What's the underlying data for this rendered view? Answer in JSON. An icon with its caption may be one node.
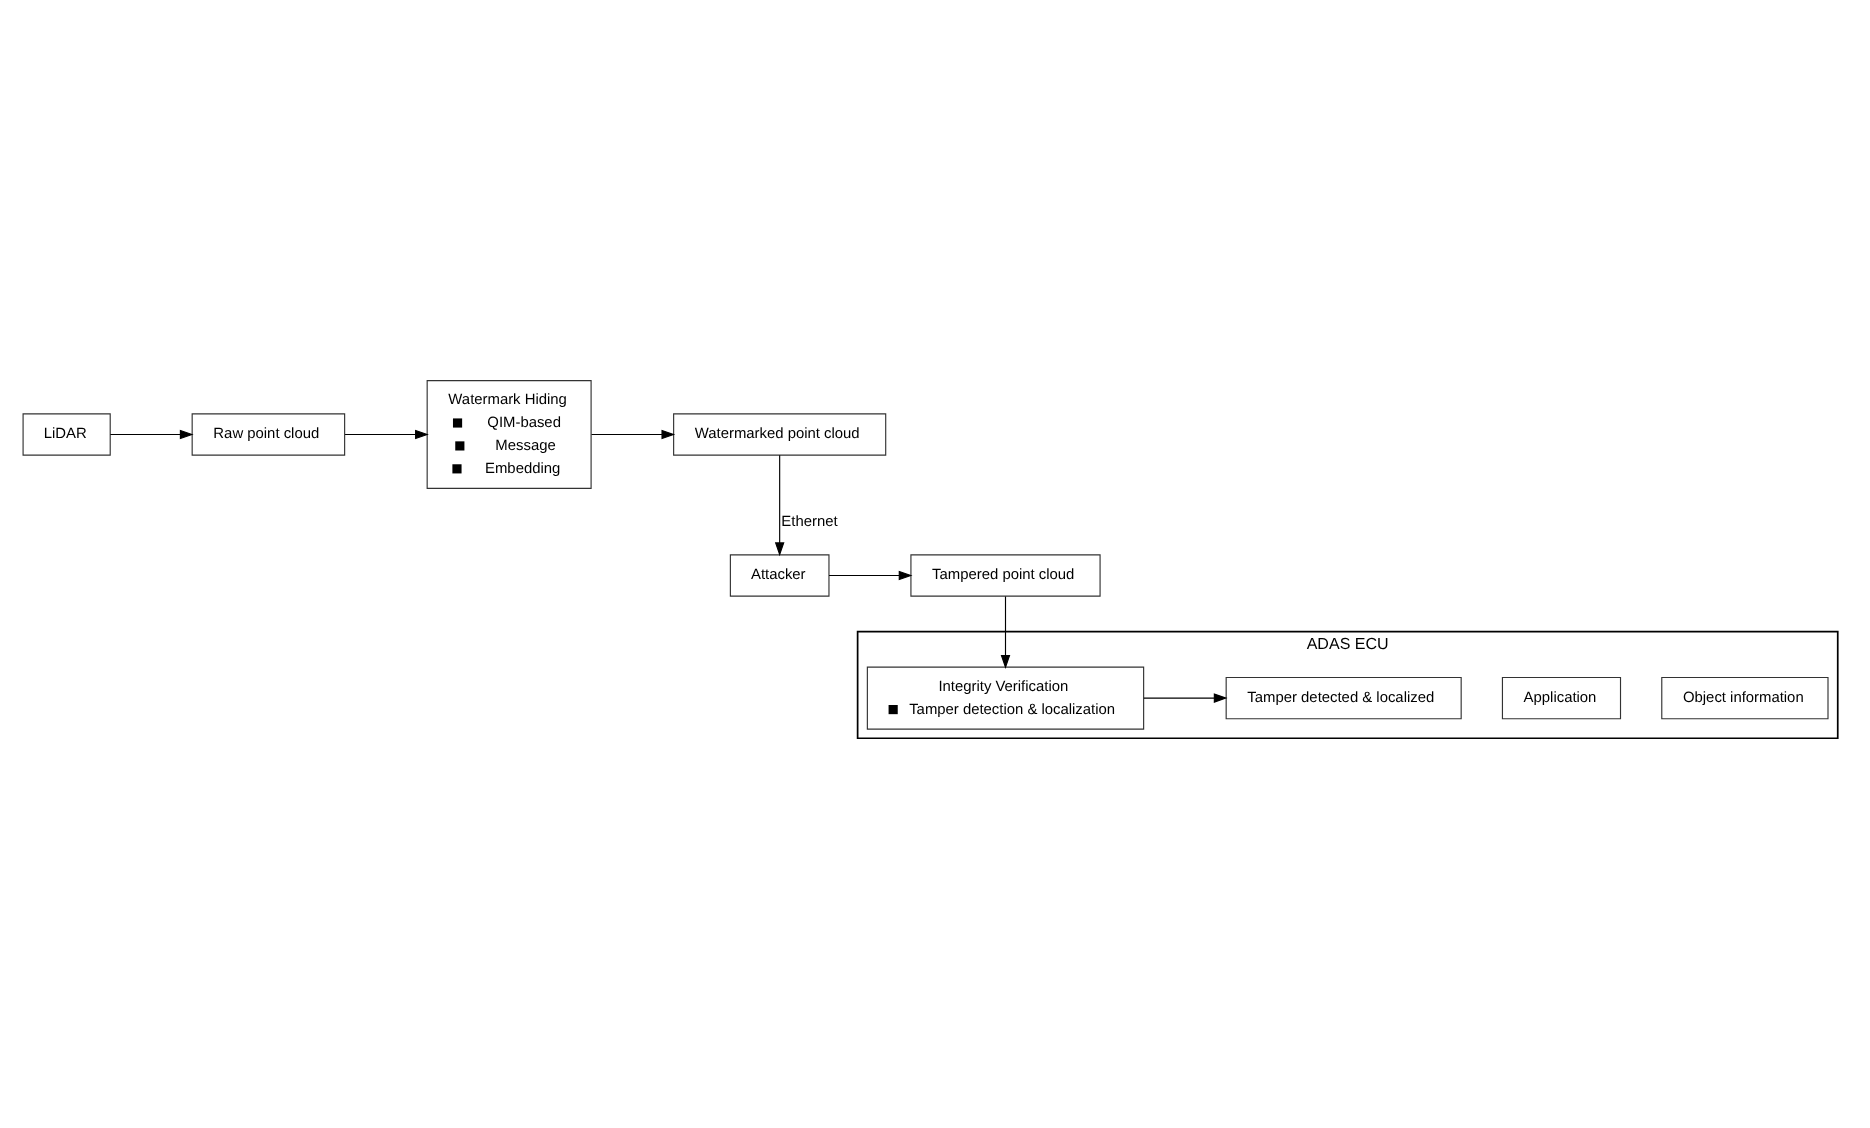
{
  "diagram": {
    "nodes": [
      {
        "text": [
          "LiDAR"
        ]
      },
      {
        "text": [
          "Raw point cloud"
        ]
      },
      {
        "text": [
          "Watermark Hiding",
          "QIM-based",
          "Message",
          "Embedding"
        ]
      },
      {
        "text": [
          "Watermarked point cloud"
        ]
      },
      {
        "text": [
          "Tampered point cloud"
        ]
      },
      {
        "text": [
          "Attacker"
        ]
      },
      {
        "text": [
          "ADAS ECU"
        ]
      },
      {
        "text": [
          "Object information"
        ],
        "in": 6
      },
      {
        "text": [
          "Application"
        ],
        "in": 6
      },
      {
        "text": [
          "Integrity Verification",
          "Tamper detection & localization"
        ],
        "in": 6
      },
      {
        "text": [
          "Tamper detected & localized"
        ],
        "in": 6
      }
    ],
    "edges": [
      {
        "from": 0,
        "to": 1,
        "arrow": "to"
      },
      {
        "from": 1,
        "to": 2,
        "arrow": "to"
      },
      {
        "from": 2,
        "to": 3,
        "arrow": "to"
      },
      {
        "from": 3,
        "to": 5,
        "arrow": "to",
        "label": "Ethernet"
      },
      {
        "from": 5,
        "to": 4,
        "arrow": "to"
      },
      {
        "from": 4,
        "to": 9,
        "arrow": "to"
      },
      {
        "from": 9,
        "to": 10,
        "arrow": "to"
      }
    ]
  }
}
